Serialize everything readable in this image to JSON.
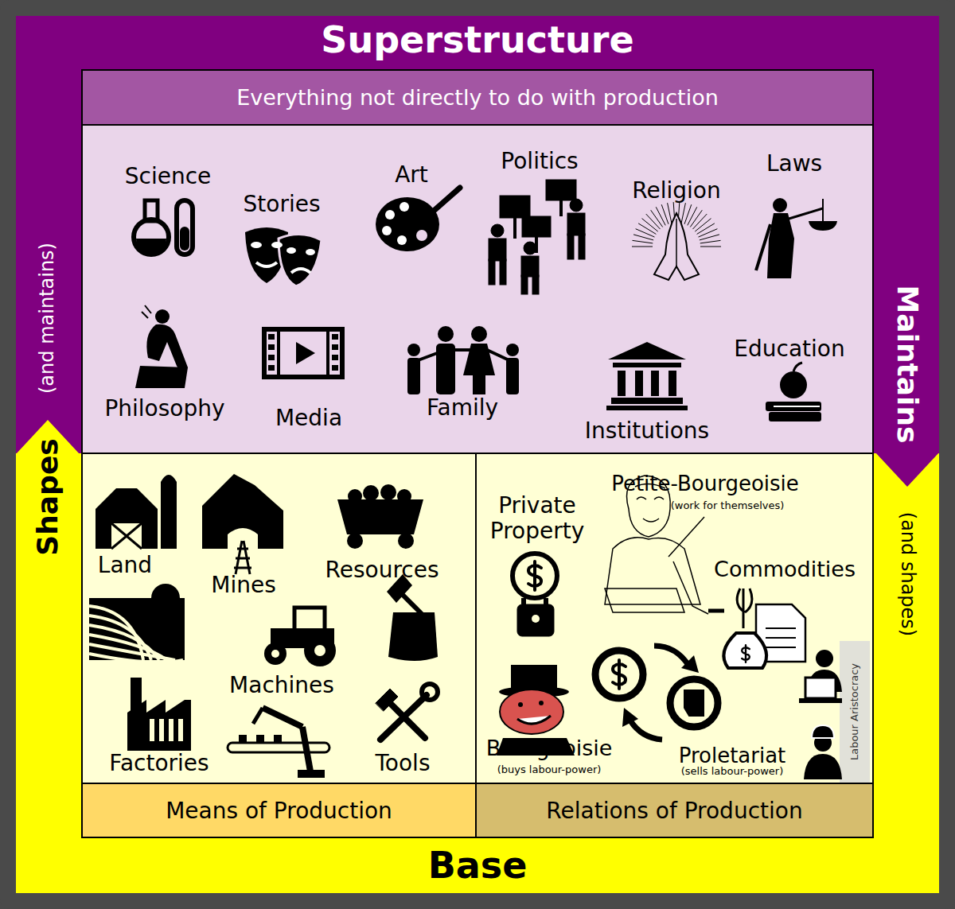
{
  "diagram": {
    "nodes": [
      {
        "text": [
          "Superstructure"
        ]
      },
      {
        "text": [
          "Everything not directly to do with production"
        ],
        "in": 0
      },
      {
        "text": [
          "Base"
        ]
      },
      {
        "text": [
          "Means of Production"
        ],
        "in": 2
      },
      {
        "text": [
          "Relations of Production"
        ],
        "in": 2
      }
    ],
    "labels": [
      "Science",
      "Stories",
      "Art",
      "Politics",
      "Religion",
      "Laws",
      "Philosophy",
      "Media",
      "Family",
      "Institutions",
      "Education",
      "Land",
      "Mines",
      "Resources",
      "Machines",
      "Factories",
      "Tools",
      "Private Property",
      "Petite-Bourgeoisie",
      "(work for themselves)",
      "Commodities",
      "Bourgeoisie",
      "(buys labour-power)",
      "Proletariat",
      "(sells labour-power)",
      "Labour Aristocracy",
      "Shapes",
      "(and maintains)",
      "Maintains",
      "(and shapes)"
    ]
  }
}
